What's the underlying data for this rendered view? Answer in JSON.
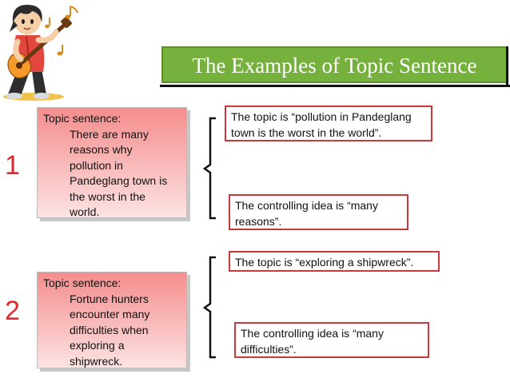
{
  "title": "The Examples of Topic Sentence",
  "examples": [
    {
      "number": "1",
      "topic_heading": "Topic sentence:",
      "topic_body": "There are many\nreasons why\npollution in\nPandeglang town  is\nthe worst in the\nworld.",
      "topic_note": "The topic is  “pollution in Pandeglang\ntown is the worst in the world”.",
      "controlling_note": "The controlling idea is  “many\nreasons”."
    },
    {
      "number": "2",
      "topic_heading": "Topic sentence:",
      "topic_body": "Fortune hunters\nencounter many\ndifficulties when\nexploring a\nshipwreck.",
      "topic_note": "The topic is  “exploring a shipwreck”.",
      "controlling_note": "The controlling idea is  “many\ndifficulties”."
    }
  ],
  "colors": {
    "title_fill": "#77b13d",
    "number_text": "#e0282e",
    "note_border": "#c6393d",
    "topic_box_fill": "#f58d8d"
  },
  "icons": [
    "guitarist-clipart-icon"
  ]
}
